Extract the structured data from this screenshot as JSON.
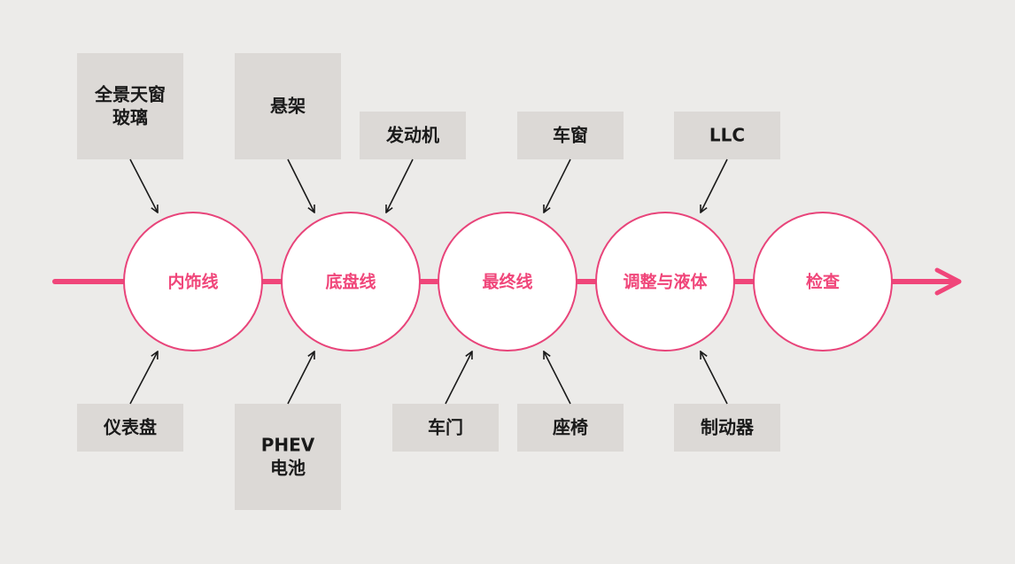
{
  "stations": [
    "内饰线",
    "底盘线",
    "最终线",
    "调整与液体",
    "检查"
  ],
  "inputs_top": [
    {
      "lines": [
        "全景天窗",
        "玻璃"
      ]
    },
    {
      "lines": [
        "悬架"
      ]
    },
    {
      "lines": [
        "发动机"
      ]
    },
    {
      "lines": [
        "车窗"
      ]
    },
    {
      "lines": [
        "LLC"
      ]
    }
  ],
  "inputs_bottom": [
    {
      "lines": [
        "仪表盘"
      ]
    },
    {
      "lines": [
        "PHEV",
        "电池"
      ]
    },
    {
      "lines": [
        "车门"
      ]
    },
    {
      "lines": [
        "座椅"
      ]
    },
    {
      "lines": [
        "制动器"
      ]
    }
  ],
  "colors": {
    "accent": "#f0467a",
    "box": "#dcd9d6",
    "background": "#ecebe9"
  }
}
